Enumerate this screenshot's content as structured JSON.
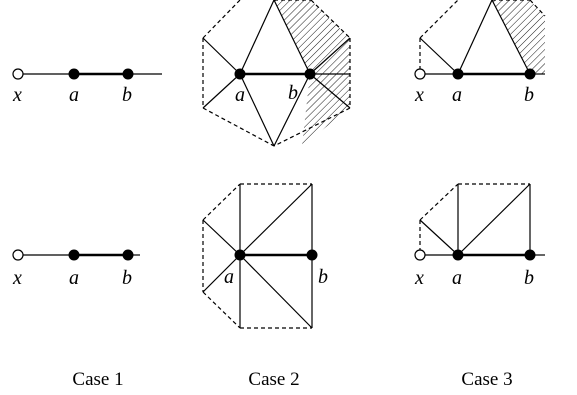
{
  "vertex_labels": {
    "x": "x",
    "a": "a",
    "b": "b"
  },
  "captions": {
    "case1": "Case 1",
    "case2": "Case 2",
    "case3": "Case 3"
  },
  "colors": {
    "ink": "#000000",
    "background": "#ffffff"
  }
}
